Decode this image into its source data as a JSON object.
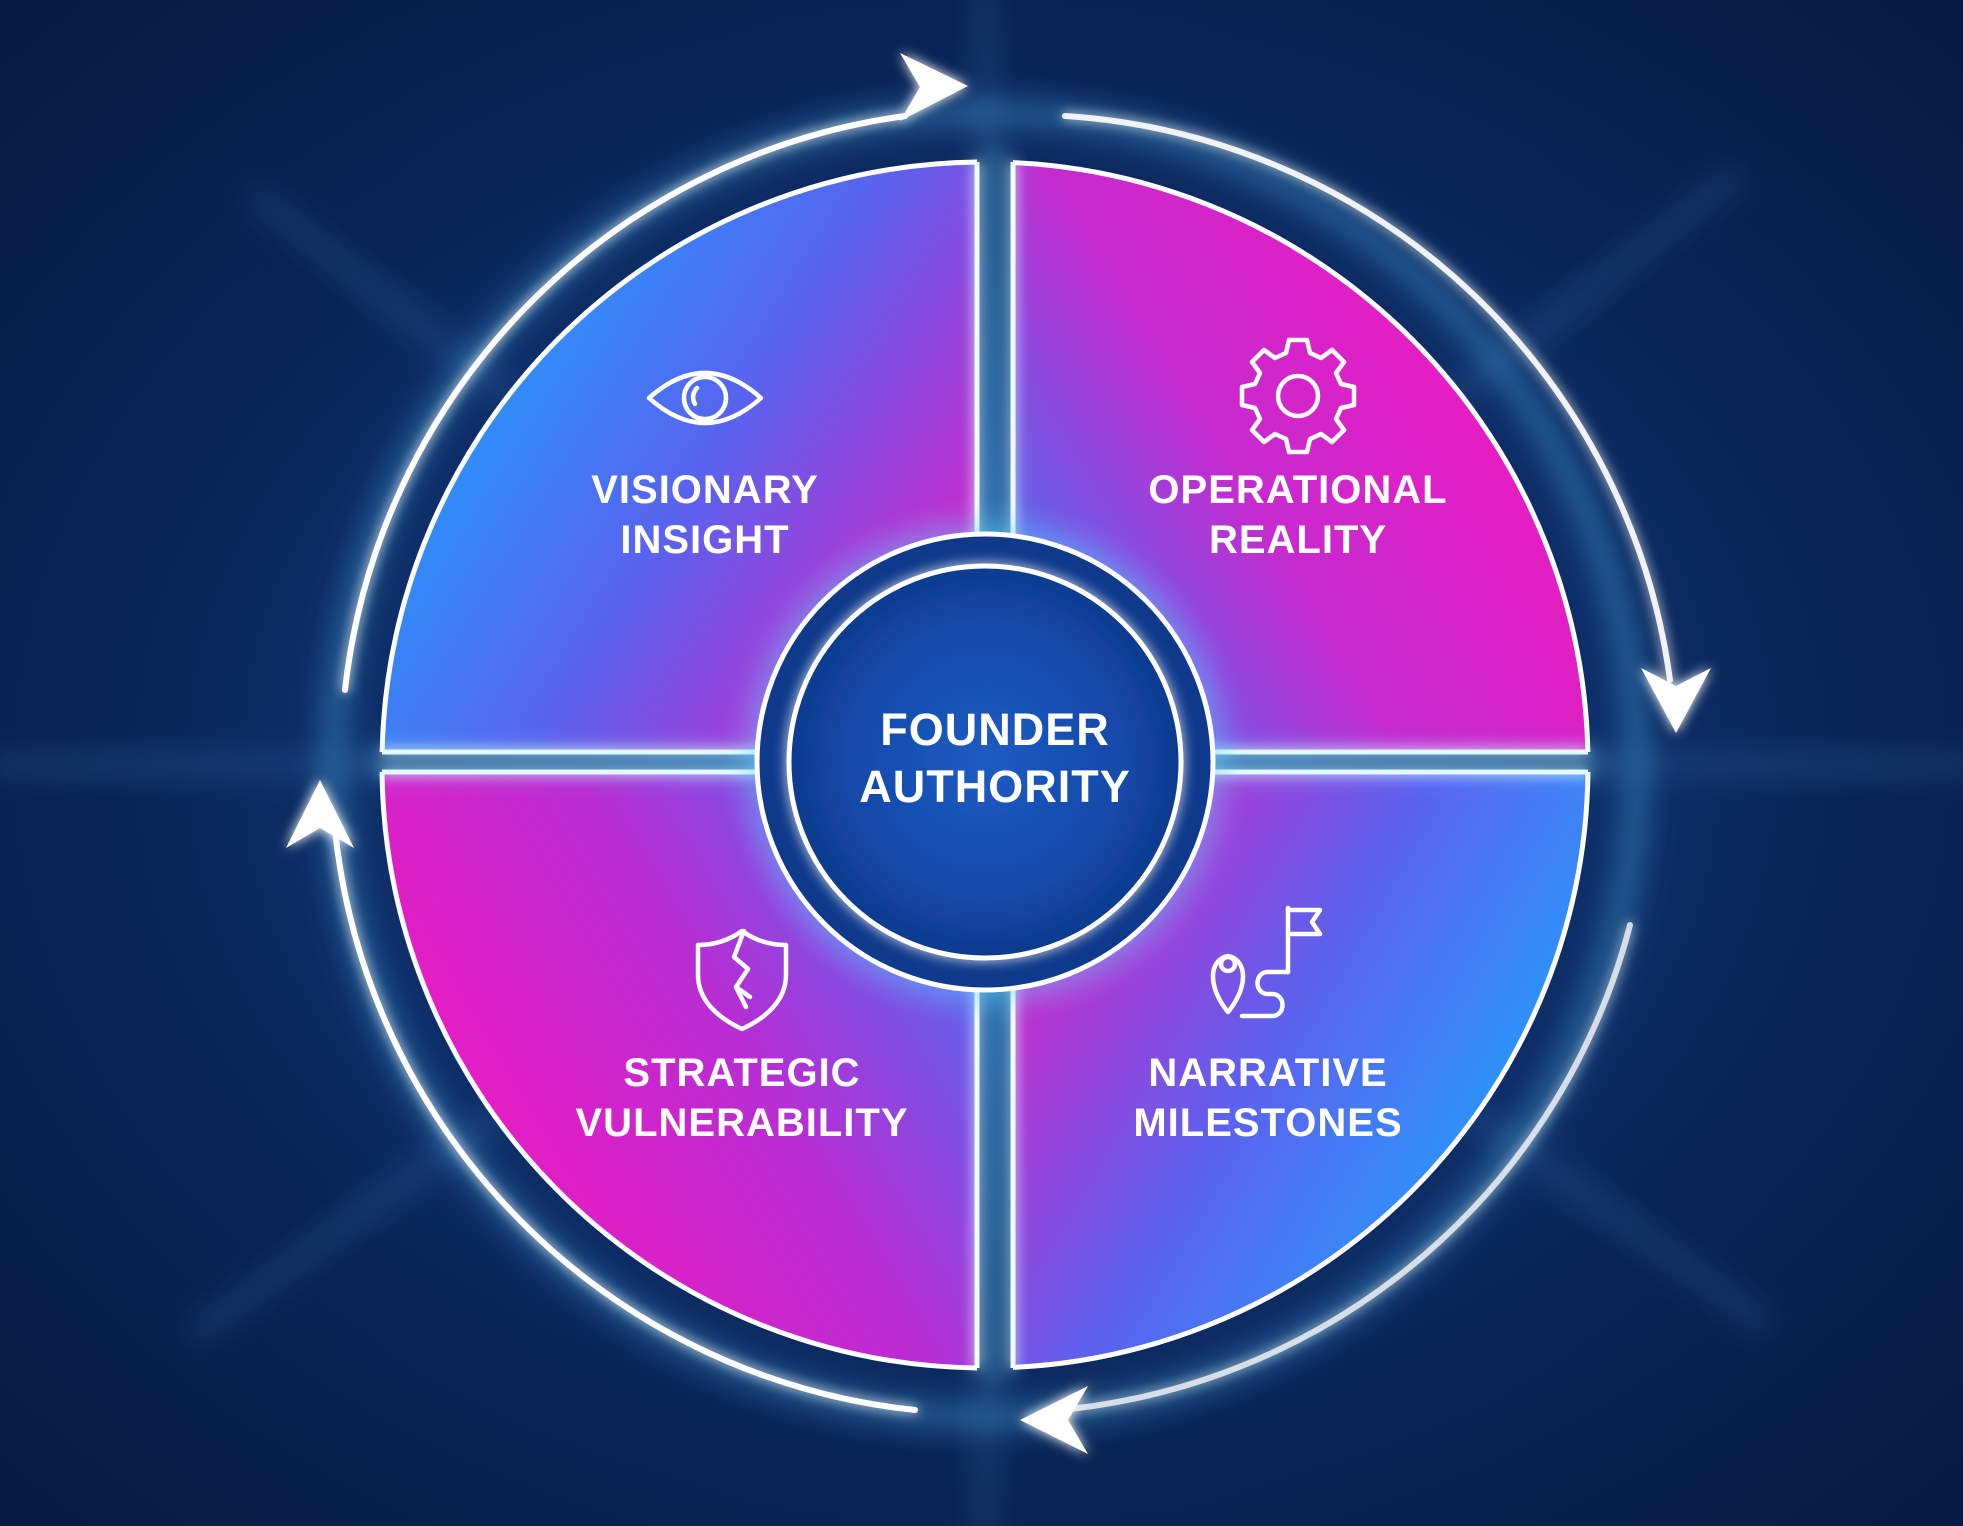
{
  "center": {
    "line1": "FOUNDER",
    "line2": "AUTHORITY"
  },
  "quadrants": [
    {
      "id": "top-left",
      "icon": "eye-icon",
      "line1": "VISIONARY",
      "line2": "INSIGHT"
    },
    {
      "id": "top-right",
      "icon": "gear-icon",
      "line1": "OPERATIONAL",
      "line2": "REALITY"
    },
    {
      "id": "bottom-left",
      "icon": "broken-shield-icon",
      "line1": "STRATEGIC",
      "line2": "VULNERABILITY"
    },
    {
      "id": "bottom-right",
      "icon": "route-flag-icon",
      "line1": "NARRATIVE",
      "line2": "MILESTONES"
    }
  ],
  "colors": {
    "background": "#0a2455",
    "cyan": "#1aa7ff",
    "blue": "#4a6cf0",
    "magenta": "#f21bc0",
    "glow": "#5fd6ff"
  }
}
